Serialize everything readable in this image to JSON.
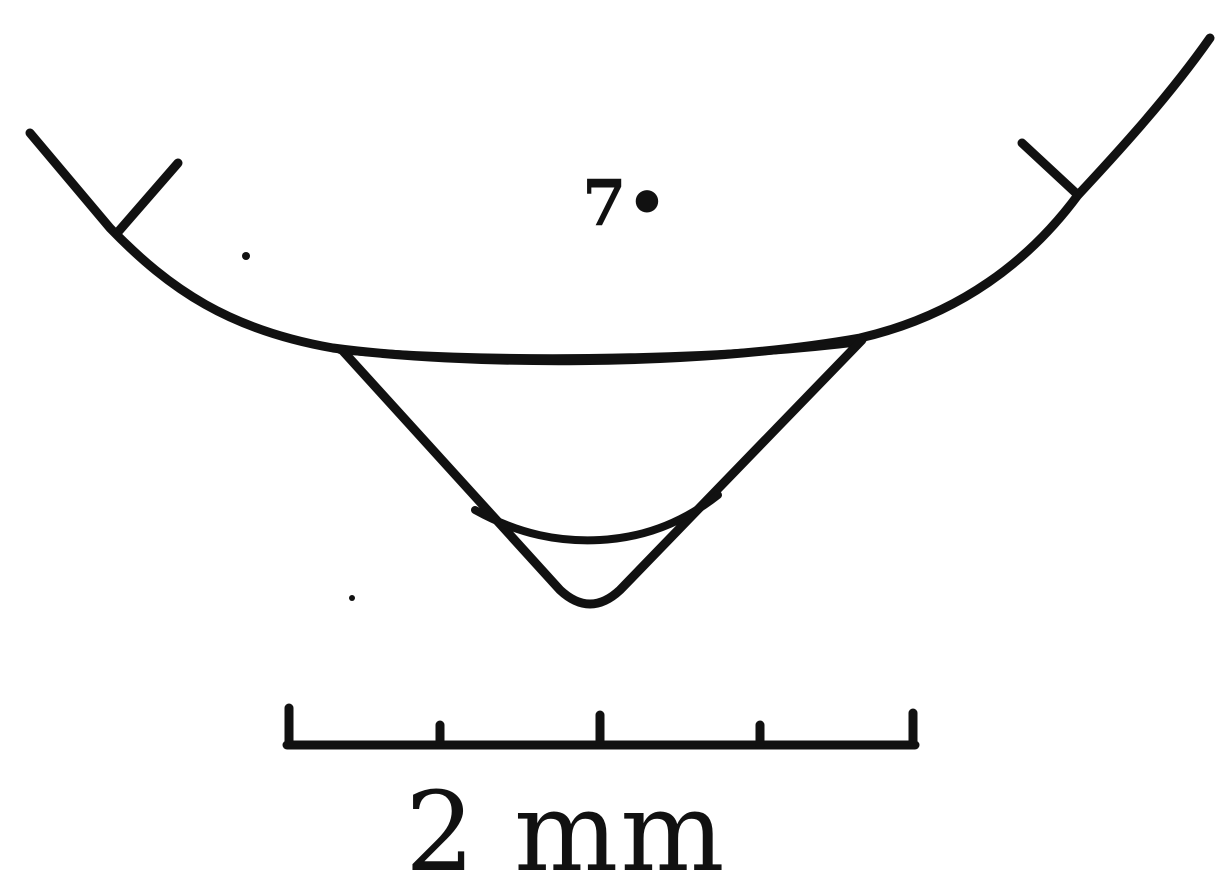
{
  "figure": {
    "label": "7•",
    "scale_bar": {
      "text": "2 mm",
      "value": 2,
      "unit": "mm",
      "tick_count": 5
    },
    "ink_color": "#111111",
    "background_color": "#ffffff"
  }
}
